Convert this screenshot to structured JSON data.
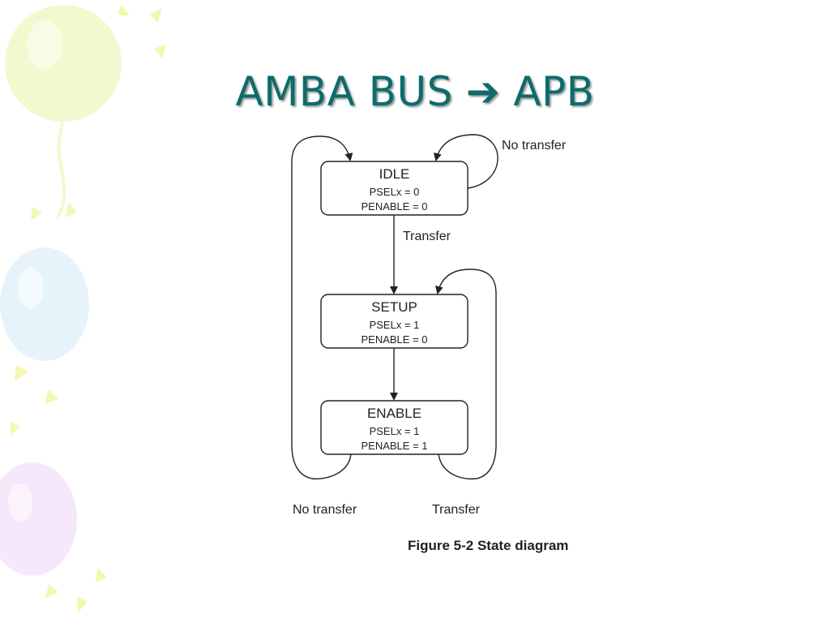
{
  "slide": {
    "title_left": "AMBA BUS",
    "title_arrow": "➔",
    "title_right": "APB"
  },
  "diagram": {
    "states": {
      "idle": {
        "name": "IDLE",
        "psel": "PSELx = 0",
        "penable": "PENABLE  = 0"
      },
      "setup": {
        "name": "SETUP",
        "psel": "PSELx = 1",
        "penable": "PENABLE  = 0"
      },
      "enable": {
        "name": "ENABLE",
        "psel": "PSELx = 1",
        "penable": "PENABLE  = 1"
      }
    },
    "edges": {
      "idle_self": "No transfer",
      "idle_to_setup": "Transfer",
      "enable_to_idle": "No transfer",
      "enable_to_setup": "Transfer"
    },
    "caption": "Figure 5-2 State diagram"
  }
}
